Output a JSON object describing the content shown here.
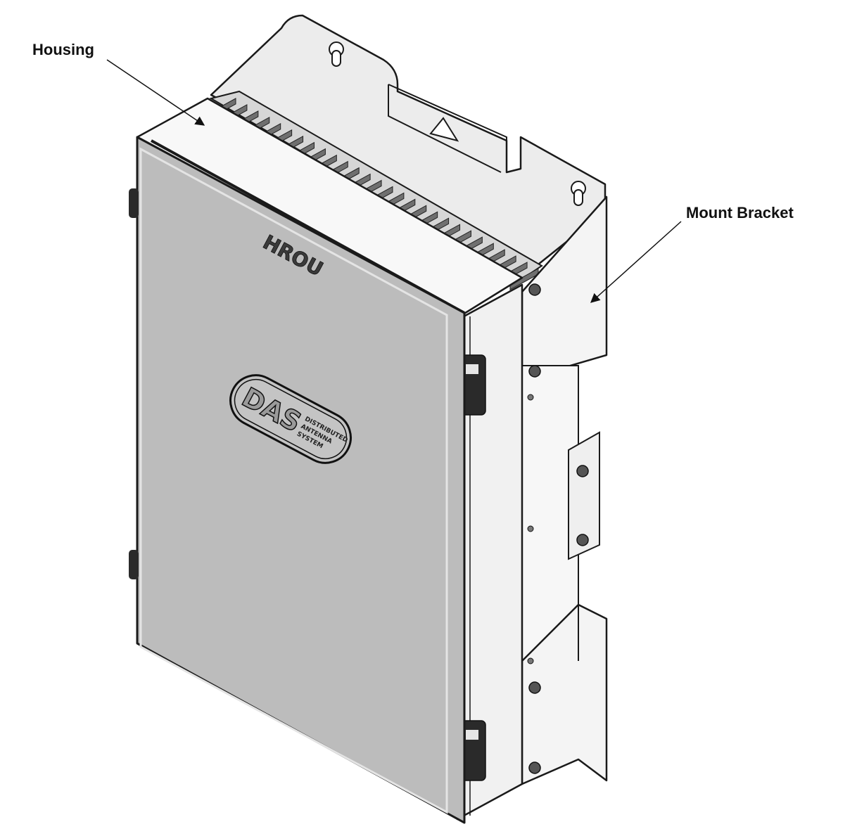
{
  "callouts": {
    "housing": "Housing",
    "mount_bracket": "Mount Bracket"
  },
  "device": {
    "model": "HROU",
    "logo": "DAS",
    "logo_tagline": [
      "DISTRIBUTED",
      "ANTENNA",
      "SYSTEM"
    ]
  },
  "colors": {
    "door": "#bcbcbc",
    "bracket": "#f2f2f2",
    "fins": "#6f6f6f",
    "outline": "#1a1a1a"
  }
}
